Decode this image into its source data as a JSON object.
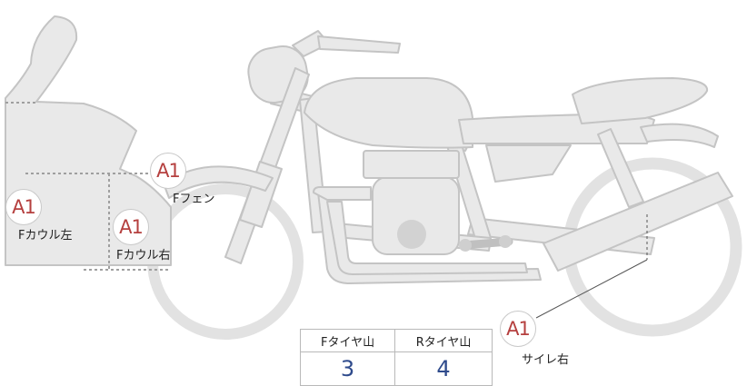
{
  "parts": [
    {
      "id": "f-cowl-left",
      "grade": "A1",
      "label": "Fカウル左"
    },
    {
      "id": "f-cowl-right",
      "grade": "A1",
      "label": "Fカウル右"
    },
    {
      "id": "f-fender",
      "grade": "A1",
      "label": "Fフェン"
    },
    {
      "id": "silencer-right",
      "grade": "A1",
      "label": "サイレ右"
    }
  ],
  "tread": {
    "front_label": "Fタイヤ山",
    "rear_label": "Rタイヤ山",
    "front_value": "3",
    "rear_value": "4"
  },
  "colors": {
    "bike_fill": "#e9e9e9",
    "bike_stroke": "#c4c4c4",
    "grade_text": "#b5403f",
    "value_text": "#2f4b8c"
  }
}
